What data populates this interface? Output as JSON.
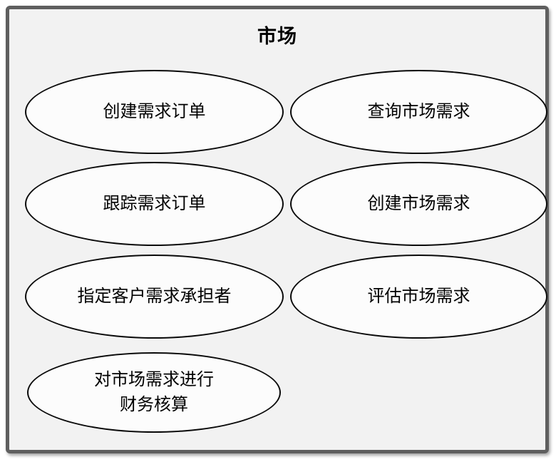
{
  "diagram": {
    "type": "use-case-diagram",
    "system_boundary": {
      "title": "市场"
    },
    "usecases": [
      {
        "label": "创建需求订单"
      },
      {
        "label": "查询市场需求"
      },
      {
        "label": "跟踪需求订单"
      },
      {
        "label": "创建市场需求"
      },
      {
        "label": "指定客户需求承担者"
      },
      {
        "label": "评估市场需求"
      },
      {
        "label": "对市场需求进行\n财务核算"
      }
    ],
    "colors": {
      "boundary_border": "#5f5f5f",
      "boundary_fill": "#f2f2f2",
      "ellipse_fill": "#fcfcfc",
      "ellipse_border": "#0a0a0a",
      "text": "#000000"
    }
  }
}
